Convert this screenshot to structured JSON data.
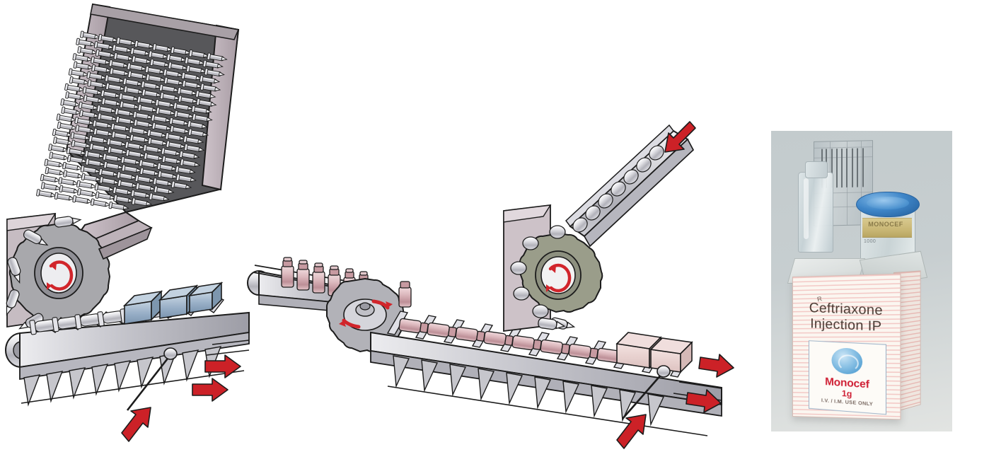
{
  "illustration": {
    "title": "Pharmaceutical vial and syringe packaging line",
    "stations": [
      {
        "id": "hopper",
        "label": "bulk syringe hopper"
      },
      {
        "id": "starwheel-left",
        "label": "rotary star-wheel feeder"
      },
      {
        "id": "conveyor-left",
        "label": "slat conveyor with syringes"
      },
      {
        "id": "cartoner-left",
        "label": "carton placement station"
      },
      {
        "id": "infeed-conveyor",
        "label": "vial infeed conveyor"
      },
      {
        "id": "starwheel-center",
        "label": "transfer star wheel"
      },
      {
        "id": "conveyor-main",
        "label": "main slat conveyor"
      },
      {
        "id": "chute-right",
        "label": "inclined ampoule chute"
      },
      {
        "id": "starwheel-right",
        "label": "rotary star-wheel feeder"
      },
      {
        "id": "cartoner-right",
        "label": "carton erecting station"
      }
    ],
    "arrows": [
      {
        "id": "arrow-infeed-top-right",
        "direction": "down-left",
        "meaning": "product infeed"
      },
      {
        "id": "arrow-outfeed-left-1",
        "direction": "right",
        "meaning": "packed carton outfeed"
      },
      {
        "id": "arrow-outfeed-left-2",
        "direction": "right",
        "meaning": "packed carton outfeed"
      },
      {
        "id": "arrow-infeed-left-bottom",
        "direction": "up-right",
        "meaning": "carton blank infeed"
      },
      {
        "id": "arrow-outfeed-right-1",
        "direction": "right",
        "meaning": "packed carton outfeed"
      },
      {
        "id": "arrow-outfeed-right-2",
        "direction": "right",
        "meaning": "packed carton outfeed"
      },
      {
        "id": "arrow-infeed-right-bottom",
        "direction": "up-right",
        "meaning": "carton blank infeed"
      }
    ],
    "rotation_indicators": [
      {
        "id": "rotation-left",
        "style": "circular"
      },
      {
        "id": "rotation-center",
        "style": "paired curved"
      },
      {
        "id": "rotation-right",
        "style": "circular"
      }
    ],
    "colors": {
      "metal_light": "#d9d9dc",
      "metal_mid": "#b4b4ba",
      "metal_dark": "#8e8e96",
      "hopper_interior": "#57575a",
      "rail_lavender": "#b9aeb6",
      "starwheel_gray": "#a8a8ac",
      "starwheel_olive": "#9a9d8a",
      "carton_blue": "#9db3c8",
      "carton_blue_dark": "#7d96ae",
      "vial_pink": "#d9b3b8",
      "vial_pink_dark": "#b98d94",
      "carton_pink": "#e8cfce",
      "arrow_red": "#cc2127",
      "outline": "#1c1c1c"
    }
  },
  "photo": {
    "alt": "Open carton of Ceftriaxone Injection IP with vial, ampoule and leaflet",
    "carton": {
      "drug_line1": "Ceftriaxone",
      "drug_line2": "Injection IP",
      "brand": "Monocef",
      "strength": "1g",
      "route": "I.V. / I.M. USE ONLY",
      "corner_mark": "R",
      "stripe_color": "#e8a9a4",
      "brand_color": "#cf1f34",
      "text_color": "#4a3a33"
    },
    "contents": {
      "vial_cap_color": "#3f86c8",
      "vial_band_text": "MONOCEF",
      "vial_lot_text": "1000",
      "ampoule_label": "",
      "leaflet_label": ""
    },
    "background_color": "#c7ced0"
  }
}
